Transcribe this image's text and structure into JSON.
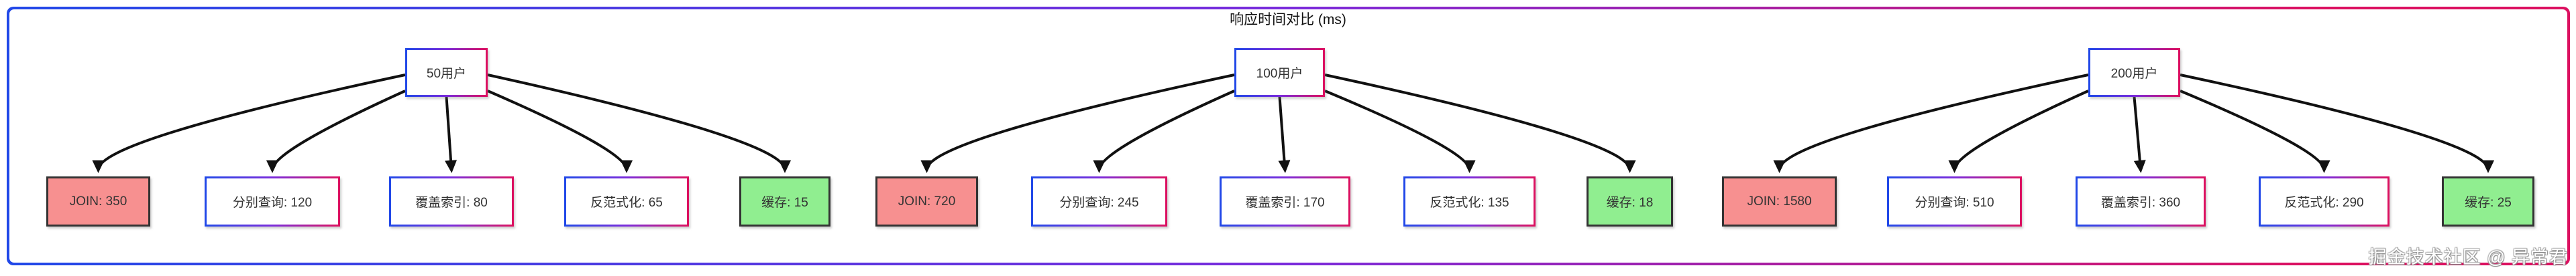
{
  "diagram": {
    "title": "响应时间对比 (ms)",
    "watermark": "掘金技术社区 @ 异常君",
    "groups": [
      {
        "parent": {
          "label": "50用户"
        },
        "children": [
          {
            "label": "JOIN",
            "value": 350,
            "text": "JOIN: 350",
            "type": "bad"
          },
          {
            "label": "分别查询",
            "value": 120,
            "text": "分别查询: 120",
            "type": "normal"
          },
          {
            "label": "覆盖索引",
            "value": 80,
            "text": "覆盖索引: 80",
            "type": "normal"
          },
          {
            "label": "反范式化",
            "value": 65,
            "text": "反范式化: 65",
            "type": "normal"
          },
          {
            "label": "缓存",
            "value": 15,
            "text": "缓存: 15",
            "type": "good"
          }
        ]
      },
      {
        "parent": {
          "label": "100用户"
        },
        "children": [
          {
            "label": "JOIN",
            "value": 720,
            "text": "JOIN: 720",
            "type": "bad"
          },
          {
            "label": "分别查询",
            "value": 245,
            "text": "分别查询: 245",
            "type": "normal"
          },
          {
            "label": "覆盖索引",
            "value": 170,
            "text": "覆盖索引: 170",
            "type": "normal"
          },
          {
            "label": "反范式化",
            "value": 135,
            "text": "反范式化: 135",
            "type": "normal"
          },
          {
            "label": "缓存",
            "value": 18,
            "text": "缓存: 18",
            "type": "good"
          }
        ]
      },
      {
        "parent": {
          "label": "200用户"
        },
        "children": [
          {
            "label": "JOIN",
            "value": 1580,
            "text": "JOIN: 1580",
            "type": "bad"
          },
          {
            "label": "分别查询",
            "value": 510,
            "text": "分别查询: 510",
            "type": "normal"
          },
          {
            "label": "覆盖索引",
            "value": 360,
            "text": "覆盖索引: 360",
            "type": "normal"
          },
          {
            "label": "反范式化",
            "value": 290,
            "text": "反范式化: 290",
            "type": "normal"
          },
          {
            "label": "缓存",
            "value": 25,
            "text": "缓存: 25",
            "type": "good"
          }
        ]
      }
    ],
    "colors": {
      "accent_blue": "#2148e8",
      "accent_purple": "#7a2bdc",
      "accent_crimson": "#dc1060",
      "join_fill": "#f79090",
      "cache_fill": "#90ee90",
      "dark_border": "#333333",
      "arrow_color": "#111111",
      "text_color": "#333333",
      "title_color": "#111111",
      "node_fill": "#ffffff"
    }
  }
}
